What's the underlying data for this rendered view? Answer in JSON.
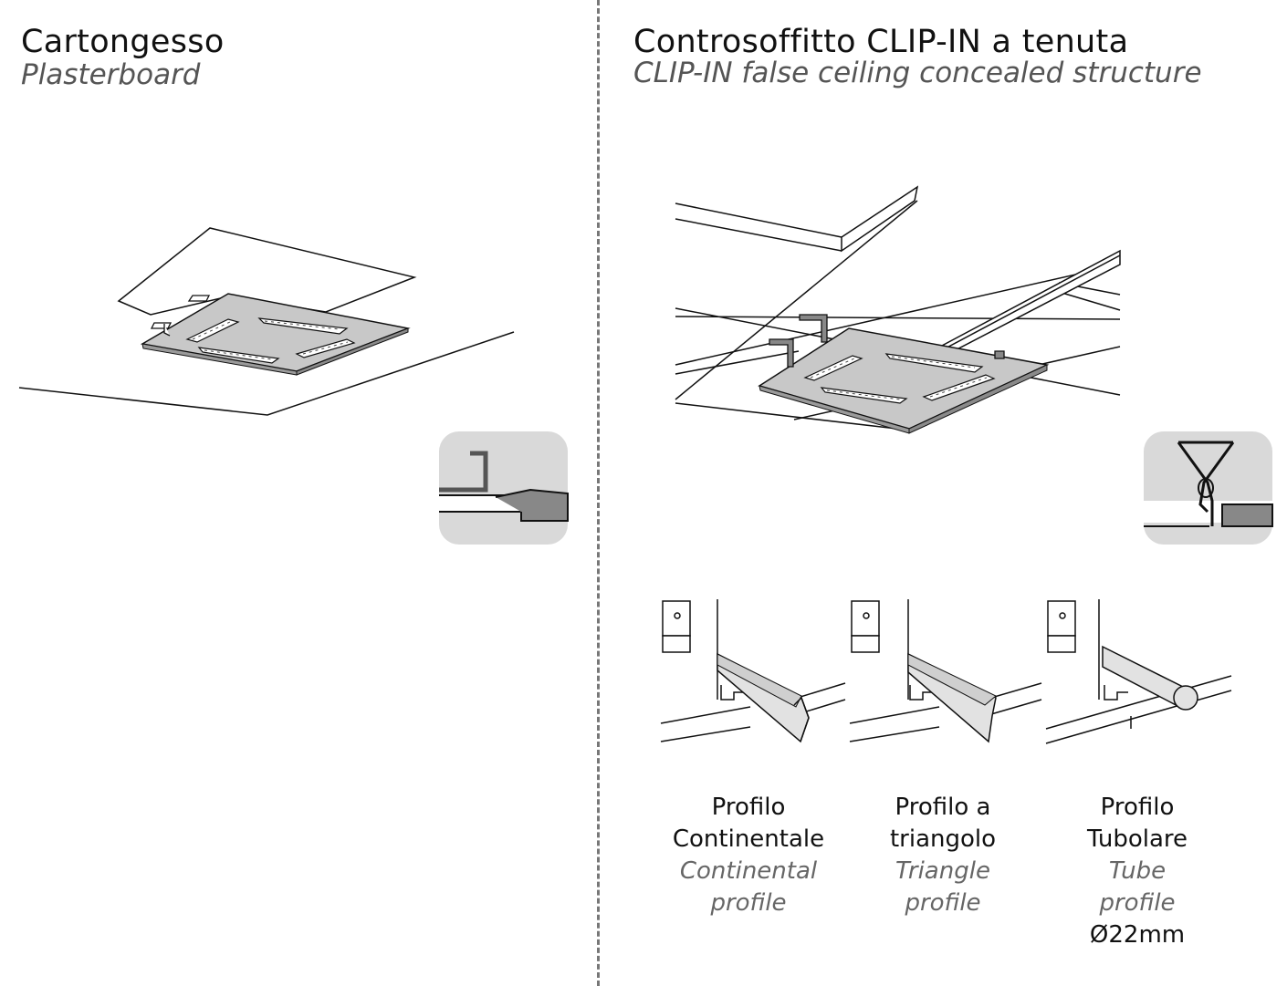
{
  "left": {
    "title": "Cartongesso",
    "subtitle": "Plasterboard"
  },
  "right": {
    "title": "Controsoffitto CLIP-IN a tenuta",
    "subtitle": "CLIP-IN false ceiling concealed structure"
  },
  "profiles": [
    {
      "name_it_1": "Profilo",
      "name_it_2": "Continentale",
      "name_en_1": "Continental",
      "name_en_2": "profile",
      "extra": ""
    },
    {
      "name_it_1": "Profilo a",
      "name_it_2": "triangolo",
      "name_en_1": "Triangle",
      "name_en_2": "profile",
      "extra": ""
    },
    {
      "name_it_1": "Profilo",
      "name_it_2": "Tubolare",
      "name_en_1": "Tube",
      "name_en_2": "profile",
      "extra": "Ø22mm"
    }
  ],
  "colors": {
    "panel": "#c8c8c8",
    "badge": "#d9d9d9",
    "line": "#111111",
    "profile_fill": "#e2e2e2"
  }
}
